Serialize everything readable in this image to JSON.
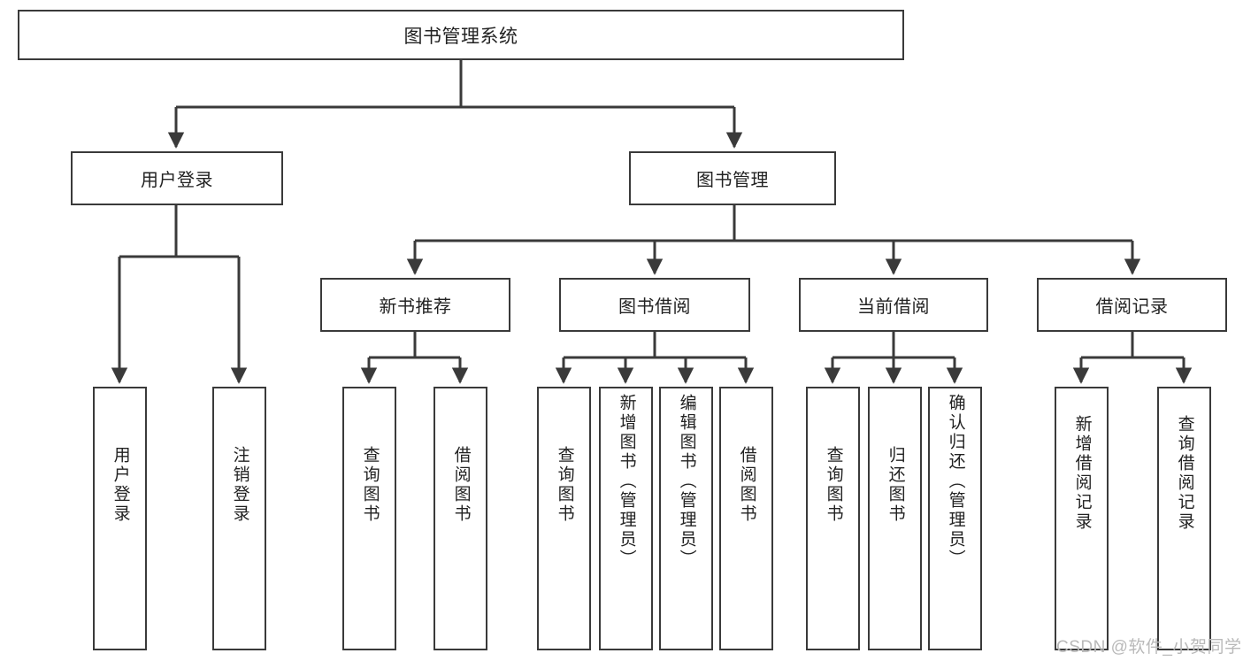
{
  "diagram": {
    "title": "图书管理系统",
    "type": "tree-hierarchy",
    "root": {
      "id": "root",
      "label": "图书管理系统",
      "level": 1
    },
    "level2": [
      {
        "id": "user-login",
        "label": "用户登录"
      },
      {
        "id": "book-management",
        "label": "图书管理"
      }
    ],
    "level3": [
      {
        "id": "new-book-recommend",
        "label": "新书推荐",
        "parent": "book-management"
      },
      {
        "id": "book-borrow",
        "label": "图书借阅",
        "parent": "book-management"
      },
      {
        "id": "current-borrow",
        "label": "当前借阅",
        "parent": "book-management"
      },
      {
        "id": "borrow-record",
        "label": "借阅记录",
        "parent": "book-management"
      }
    ],
    "leaves": [
      {
        "id": "leaf-user-login",
        "label": "用户登录",
        "parent": "user-login"
      },
      {
        "id": "leaf-logout-login",
        "label": "注销登录",
        "parent": "user-login"
      },
      {
        "id": "leaf-query-book-1",
        "label": "查询图书",
        "parent": "new-book-recommend"
      },
      {
        "id": "leaf-borrow-book-1",
        "label": "借阅图书",
        "parent": "new-book-recommend"
      },
      {
        "id": "leaf-query-book-2",
        "label": "查询图书",
        "parent": "book-borrow"
      },
      {
        "id": "leaf-add-book",
        "label": "新增图书（管理员）",
        "parent": "book-borrow"
      },
      {
        "id": "leaf-edit-book",
        "label": "编辑图书（管理员）",
        "parent": "book-borrow"
      },
      {
        "id": "leaf-borrow-book-2",
        "label": "借阅图书",
        "parent": "book-borrow"
      },
      {
        "id": "leaf-query-book-3",
        "label": "查询图书",
        "parent": "current-borrow"
      },
      {
        "id": "leaf-return-book",
        "label": "归还图书",
        "parent": "current-borrow"
      },
      {
        "id": "leaf-confirm-return",
        "label": "确认归还（管理员）",
        "parent": "current-borrow"
      },
      {
        "id": "leaf-add-record",
        "label": "新增借阅记录",
        "parent": "borrow-record"
      },
      {
        "id": "leaf-query-record",
        "label": "查询借阅记录",
        "parent": "borrow-record"
      }
    ]
  },
  "watermark": {
    "text": "CSDN @软件_小贺同学"
  },
  "colors": {
    "stroke": "#3a3a3a",
    "background": "#ffffff",
    "text": "#222222",
    "watermark": "#b9b9b9"
  }
}
